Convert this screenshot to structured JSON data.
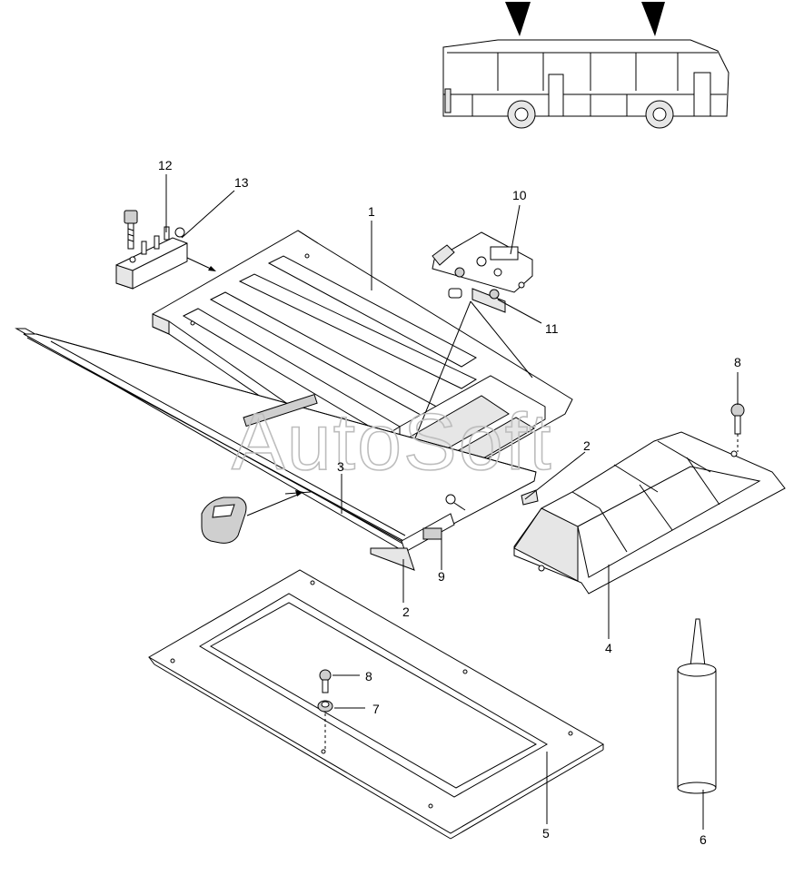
{
  "watermark": "AutoSoft",
  "callouts": {
    "c1": "1",
    "c2a": "2",
    "c2b": "2",
    "c3": "3",
    "c4": "4",
    "c5": "5",
    "c6": "6",
    "c7": "7",
    "c8a": "8",
    "c8b": "8",
    "c9": "9",
    "c10": "10",
    "c11": "11",
    "c12": "12",
    "c13": "13"
  }
}
